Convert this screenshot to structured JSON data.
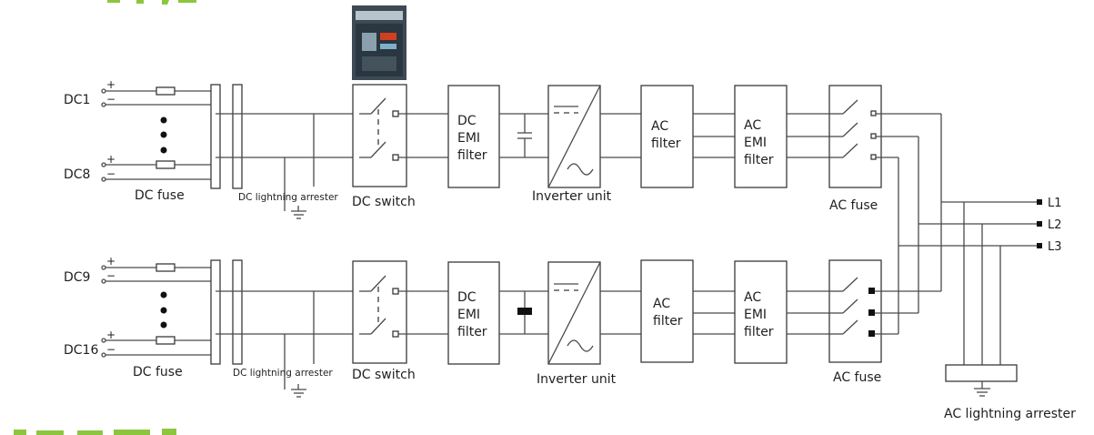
{
  "dc_inputs": {
    "top": [
      "DC1",
      "DC8"
    ],
    "bottom": [
      "DC9",
      "DC16"
    ],
    "plus": "+",
    "minus": "−"
  },
  "blocks": {
    "dc_fuse": "DC fuse",
    "dc_lightning_arrester": "DC lightning arrester",
    "dc_switch": "DC switch",
    "dc_emi_filter": [
      "DC",
      "EMI",
      "filter"
    ],
    "inverter_unit": "Inverter unit",
    "ac_filter": [
      "AC",
      "filter"
    ],
    "ac_emi_filter": [
      "AC",
      "EMI",
      "filter"
    ],
    "ac_fuse": "AC fuse",
    "ac_lightning_arrester": "AC lightning arrester"
  },
  "outputs": [
    "L1",
    "L2",
    "L3"
  ],
  "colors": {
    "line": "#4a4a4a",
    "text": "#1f1f1f",
    "accent_green": "#8cc63f"
  },
  "icons": [
    "breaker-photo",
    "ground-symbol",
    "switch-symbol",
    "inverter-symbol"
  ]
}
